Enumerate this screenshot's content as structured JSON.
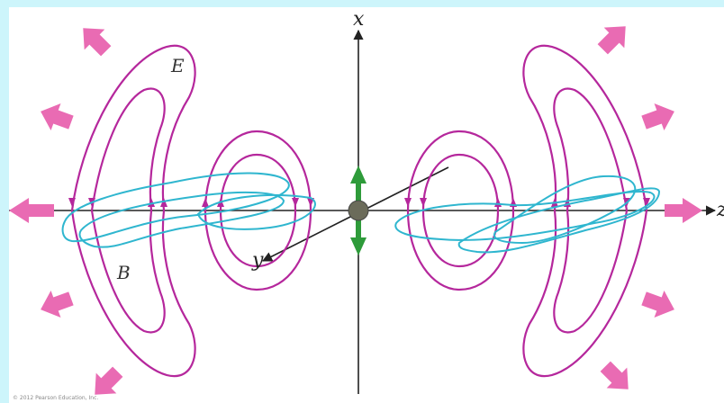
{
  "axes": {
    "x_label": "x",
    "y_label": "y",
    "z_label": "z"
  },
  "fields": {
    "electric_label": "E",
    "magnetic_label": "B"
  },
  "copyright": "© 2012 Pearson Education, Inc.",
  "colors": {
    "background": "#cdf5fb",
    "electric_field": "#b5279c",
    "magnetic_field": "#2fb6cf",
    "radiation_arrows": "#e96bb3",
    "dipole_arrow": "#2e9b3a",
    "charge": "#6b6b5a"
  }
}
